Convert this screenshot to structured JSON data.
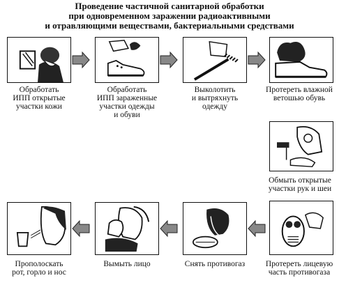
{
  "title": {
    "line1": "Проведение частичной санитарной обработки",
    "line2": "при одновременном заражении радиоактивными",
    "line3": "и отравляющими веществами, бактериальными средствами"
  },
  "steps": [
    {
      "caption": "Обработать\nИПП открытые\nучастки кожи",
      "icon": "gas-mask-face-wipe-icon"
    },
    {
      "caption": "Обработать\nИПП зараженные\nучастки одежды\nи обуви",
      "icon": "boot-and-package-icon"
    },
    {
      "caption": "Выколотить\nи вытряхнуть\nодежду",
      "icon": "brush-beating-icon"
    },
    {
      "caption": "Протереть влажной\nветошью обувь",
      "icon": "boot-wipe-icon"
    },
    {
      "caption": "Обмыть открытые\nучастки рук и шеи",
      "icon": "hand-washing-icon"
    },
    {
      "caption": "Протереть лицевую\nчасть противогаза",
      "icon": "mask-wipe-icon"
    },
    {
      "caption": "Снять противогаз",
      "icon": "remove-gas-mask-icon"
    },
    {
      "caption": "Вымыть лицо",
      "icon": "face-washing-icon"
    },
    {
      "caption": "Прополоскать\nрот, горло и нос",
      "icon": "mouth-rinse-icon"
    }
  ]
}
